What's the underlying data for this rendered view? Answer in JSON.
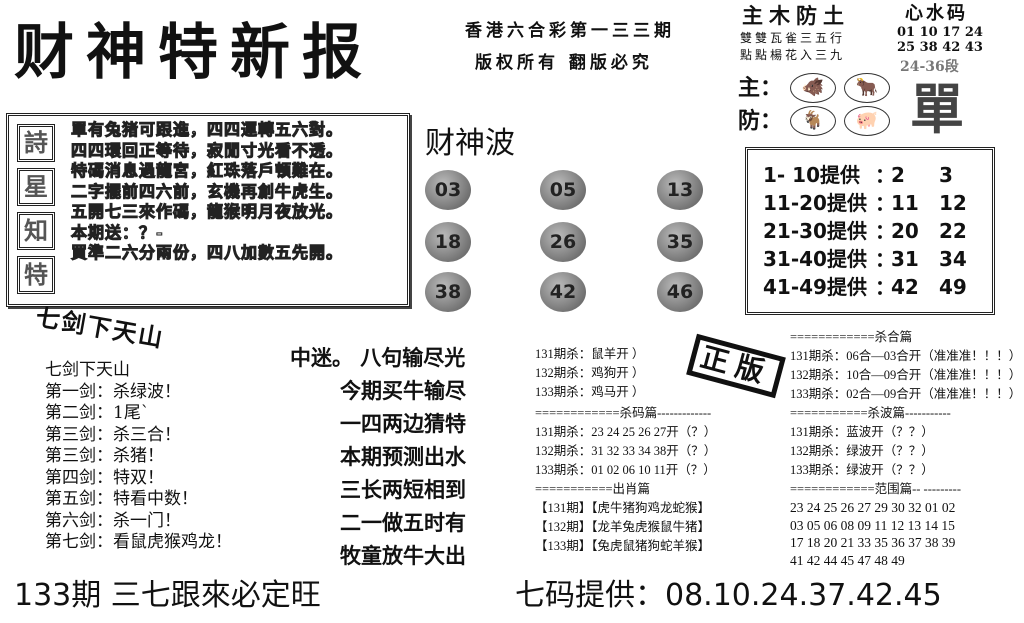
{
  "title": "财神特新报",
  "header": {
    "line1": "香港六合彩第一三三期",
    "line2": "版权所有 翻版必究"
  },
  "top_right": {
    "heading": "主木防土",
    "verse1": "雙雙瓦雀三五行",
    "verse2": "點點楊花入三九",
    "main_label": "主：",
    "guard_label": "防：",
    "main_icons": [
      "pig-icon",
      "ox-icon"
    ],
    "guard_icons": [
      "goat-icon",
      "pig-icon"
    ],
    "heart_title": "心水码",
    "heart_row1": "01 10 17 24",
    "heart_row2": "25 38 42 43",
    "segment": "24-36段",
    "single": "單"
  },
  "poem": {
    "tiles": [
      "詩",
      "星",
      "知",
      "特"
    ],
    "lines": [
      "單有兔猪可跟進，四四運轉五六對。",
      "四四環回正等待，寂閒寸光看不透。",
      "特碼消息過龍宮，紅珠落戶頓難在。",
      "二字擺前四六前，玄機再創牛虎生。",
      "五開七三來作碼，龍猴明月夜放光。",
      "本期送：？-",
      "買準二六分兩份，四八加數五先開。"
    ]
  },
  "wave": {
    "title": "财神波",
    "balls": [
      "03",
      "05",
      "13",
      "18",
      "26",
      "35",
      "38",
      "42",
      "46"
    ]
  },
  "ranges": [
    {
      "label": "1- 10提供",
      "a": "2",
      "b": "3"
    },
    {
      "label": "11-20提供",
      "a": "11",
      "b": "12"
    },
    {
      "label": "21-30提供",
      "a": "20",
      "b": "22"
    },
    {
      "label": "31-40提供",
      "a": "31",
      "b": "34"
    },
    {
      "label": "41-49提供",
      "a": "42",
      "b": "49"
    }
  ],
  "swords": {
    "title": "七剑下天山",
    "items": [
      "七剑下天山",
      "第一剑：杀绿波！",
      "第二剑：1尾`",
      "第三剑：杀三合！",
      "第三剑：杀猪！",
      "第四剑：特双！",
      "第五剑：特看中数！",
      "第六剑：杀一门！",
      "第七剑：看鼠虎猴鸡龙！"
    ]
  },
  "middle": {
    "lines": [
      "中迷。  八句输尽光",
      "今期买牛输尽",
      "一四两边猜特",
      "本期预测出水",
      "三长两短相到",
      "二一做五时有",
      "牧童放牛大出"
    ]
  },
  "kills": {
    "zodiac": [
      "131期杀：鼠羊开    ）",
      "132期杀：鸡狗开    ）",
      "133期杀：鸡马开    ）"
    ],
    "code_header": "============杀码篇-------------",
    "codes": [
      "131期杀：23 24 25 26 27开（？）",
      "132期杀：31 32 33 34 38开（？）",
      "133期杀：01 02 06 10 11开（？）"
    ],
    "zodiac_header": "===========出肖篇",
    "zodiac_out": [
      "【131期】【虎牛猪狗鸡龙蛇猴】",
      "【132期】【龙羊兔虎猴鼠牛猪】",
      "【133期】【兔虎鼠猪狗蛇羊猴】"
    ]
  },
  "stamp": "正版",
  "combos": {
    "header": "============杀合篇",
    "items": [
      "131期杀：06合—03合开（准准准！！！）",
      "132期杀：10合—09合开（准准准！！！）",
      "133期杀：02合—09合开（准准准！！！）"
    ],
    "wave_header": "===========杀波篇-----------",
    "waves": [
      "131期杀：蓝波开（？？）",
      "132期杀：绿波开（？？）",
      "133期杀：绿波开（？？）"
    ],
    "range_header": "============范围篇-- ---------",
    "range_rows": [
      "23 24 25 26 27 29 30 32 01 02",
      "03 05 06 08 09 11 12 13 14 15",
      "17 18 20 21 33 35 36 37 38 39",
      "41 42 44 45 47 48 49"
    ]
  },
  "bottom": {
    "left": "133期 三七跟來必定旺",
    "right": "七码提供：08.10.24.37.42.45"
  }
}
